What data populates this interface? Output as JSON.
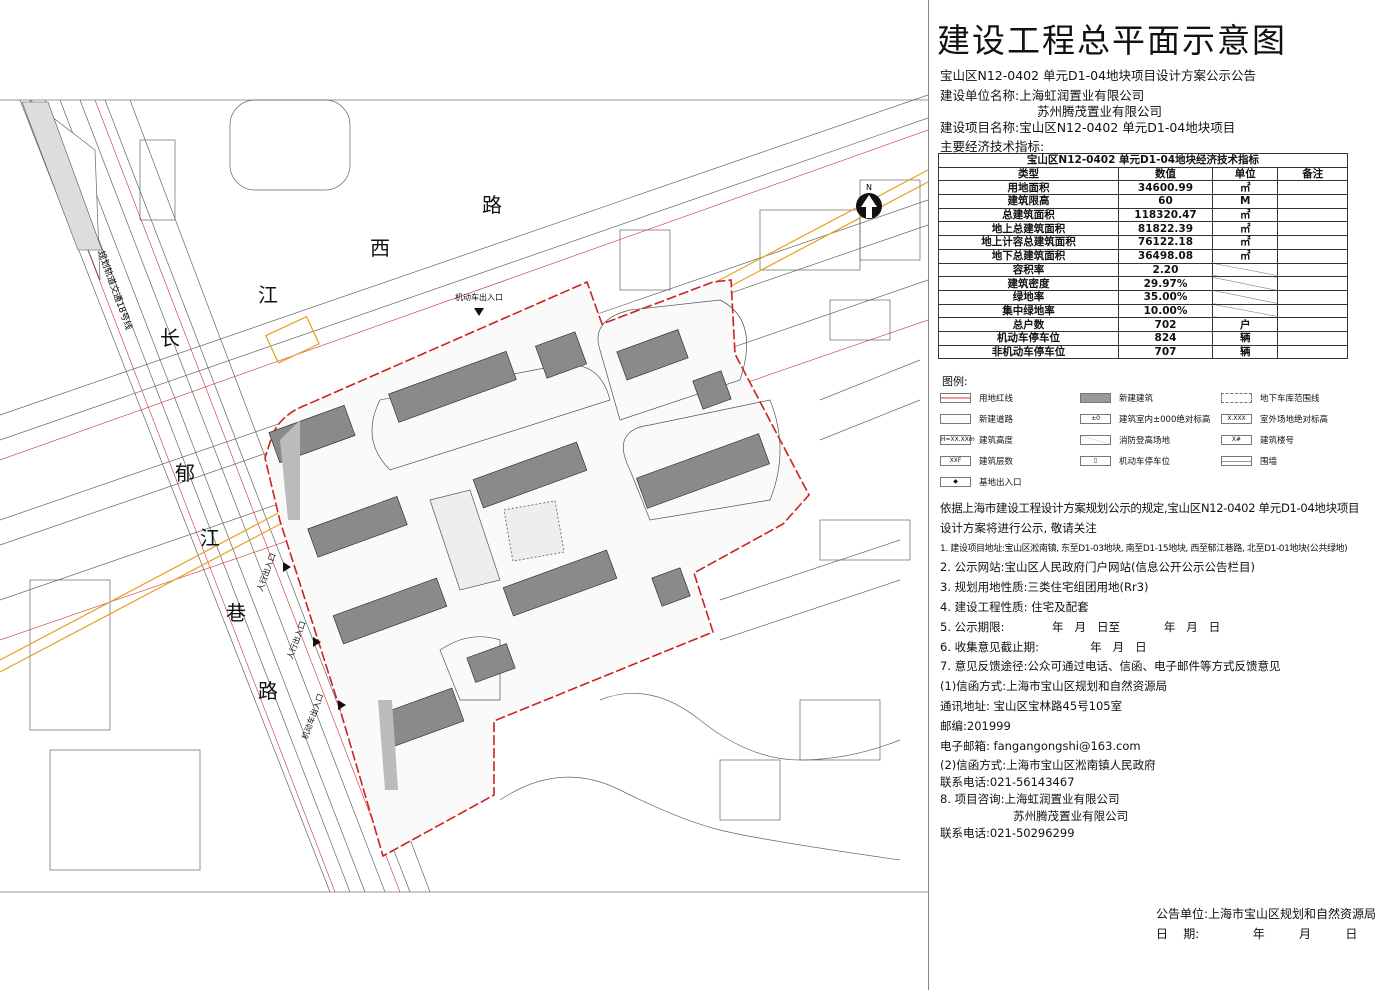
{
  "title": "建设工程总平面示意图",
  "notice_title": "宝山区N12-0402 单元D1-04地块项目设计方案公示公告",
  "builder_label": "建设单位名称:上海虹润置业有限公司",
  "builder_2": "苏州腾茂置业有限公司",
  "project_label": "建设项目名称:宝山区N12-0402 单元D1-04地块项目",
  "kpi_label": "主要经济技术指标:",
  "table": {
    "caption": "宝山区N12-0402 单元D1-04地块经济技术指标",
    "headers": [
      "类型",
      "数值",
      "单位",
      "备注"
    ],
    "rows": [
      {
        "type": "用地面积",
        "value": "34600.99",
        "unit": "㎡"
      },
      {
        "type": "建筑限高",
        "value": "60",
        "unit": "M"
      },
      {
        "type": "总建筑面积",
        "value": "118320.47",
        "unit": "㎡"
      },
      {
        "type": "地上总建筑面积",
        "value": "81822.39",
        "unit": "㎡"
      },
      {
        "type": "地上计容总建筑面积",
        "value": "76122.18",
        "unit": "㎡"
      },
      {
        "type": "地下总建筑面积",
        "value": "36498.08",
        "unit": "㎡"
      },
      {
        "type": "容积率",
        "value": "2.20",
        "unit": ""
      },
      {
        "type": "建筑密度",
        "value": "29.97%",
        "unit": ""
      },
      {
        "type": "绿地率",
        "value": "35.00%",
        "unit": ""
      },
      {
        "type": "集中绿地率",
        "value": "10.00%",
        "unit": ""
      },
      {
        "type": "总户数",
        "value": "702",
        "unit": "户"
      },
      {
        "type": "机动车停车位",
        "value": "824",
        "unit": "辆"
      },
      {
        "type": "非机动车停车位",
        "value": "707",
        "unit": "辆"
      }
    ]
  },
  "legend": {
    "title": "图例:",
    "items": [
      "用地红线",
      "新建建筑",
      "地下车库范围线",
      "新建道路",
      "建筑室内±000绝对标高",
      "室外场地绝对标高",
      "建筑高度",
      "消防登高场地",
      "建筑楼号",
      "建筑层数",
      "机动车停车位",
      "围墙",
      "基地出入口"
    ],
    "swatch_text": {
      "height": "H=XX.XXm",
      "floors": "XXF",
      "number": "X#",
      "elev": "X.XXX"
    }
  },
  "notes": {
    "intro_1": "依据上海市建设工程设计方案规划公示的规定,宝山区N12-0402 单元D1-04地块项目",
    "intro_2": "设计方案将进行公示, 敬请关注",
    "items": [
      "1. 建设项目地址:宝山区淞南镇, 东至D1-03地块, 南至D1-15地块, 西至郁江巷路, 北至D1-01地块(公共绿地)",
      "2. 公示网站:宝山区人民政府门户网站(信息公开公示公告栏目)",
      "3. 规划用地性质:三类住宅组团用地(Rr3)",
      "4. 建设工程性质: 住宅及配套",
      "5. 公示期限:             年   月   日至            年   月   日",
      "6. 收集意见截止期:              年   月   日",
      "7. 意见反馈途径:公众可通过电话、信函、电子邮件等方式反馈意见",
      "(1)信函方式:上海市宝山区规划和自然资源局",
      "通讯地址: 宝山区宝林路45号105室",
      "邮编:201999",
      "电子邮箱: fangangongshi@163.com",
      "(2)信函方式:上海市宝山区淞南镇人民政府",
      "联系电话:021-56143467",
      "8. 项目咨询:上海虹润置业有限公司",
      "                    苏州腾茂置业有限公司",
      "联系电话:021-50296299"
    ]
  },
  "signature": {
    "unit": "公告单位:上海市宝山区规划和自然资源局",
    "date": "日    期:              年         月         日"
  },
  "map": {
    "road_north": [
      "长",
      "江",
      "西",
      "路"
    ],
    "road_west": [
      "郁",
      "江",
      "巷",
      "路"
    ],
    "metro": "规划轨道交通18号线",
    "north": "N",
    "entrances": [
      "机动车出入口",
      "人行出入口",
      "人行出入口",
      "机动车出入口"
    ],
    "colors": {
      "redline": "#cc2222",
      "metro": "#e8a020",
      "building": "#8a8a8a"
    }
  }
}
